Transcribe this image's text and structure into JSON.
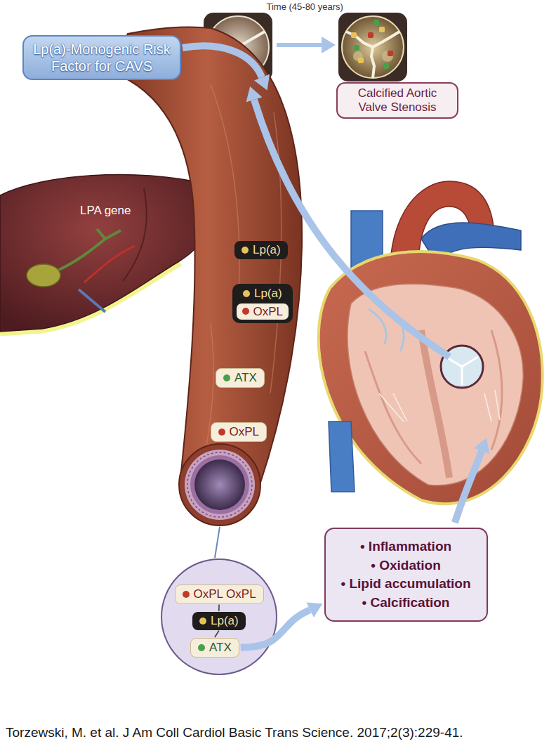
{
  "diagram": {
    "caption": "Torzewski, M. et al. J Am Coll Cardiol Basic Trans Science. 2017;2(3):229-41.",
    "nodes": [
      {
        "text": [
          "Lp(a)-Monogenic Risk Factor for CAVS"
        ]
      },
      {
        "text": [
          "Calcified Aortic Valve Stenosis"
        ]
      },
      {
        "text": [
          "Lp(a)"
        ]
      },
      {
        "text": [
          "Lp(a)",
          "OxPL"
        ]
      },
      {
        "text": [
          "ATX"
        ]
      },
      {
        "text": [
          "OxPL"
        ]
      },
      {
        "text": [
          "OxPL OxPL"
        ]
      },
      {
        "text": [
          "Lp(a)"
        ]
      },
      {
        "text": [
          "ATX"
        ]
      },
      {
        "text": [
          "• Inflammation",
          "• Oxidation",
          "• Lipid accumulation",
          "• Calcification"
        ]
      }
    ],
    "edges": [
      {
        "from": 6,
        "to": 7,
        "arrow": "none"
      },
      {
        "from": 7,
        "to": 8,
        "arrow": "none"
      },
      {
        "from": 8,
        "to": 9,
        "arrow": "to"
      }
    ],
    "labels": [
      "Time (45-80 years)",
      "LPA gene"
    ]
  }
}
